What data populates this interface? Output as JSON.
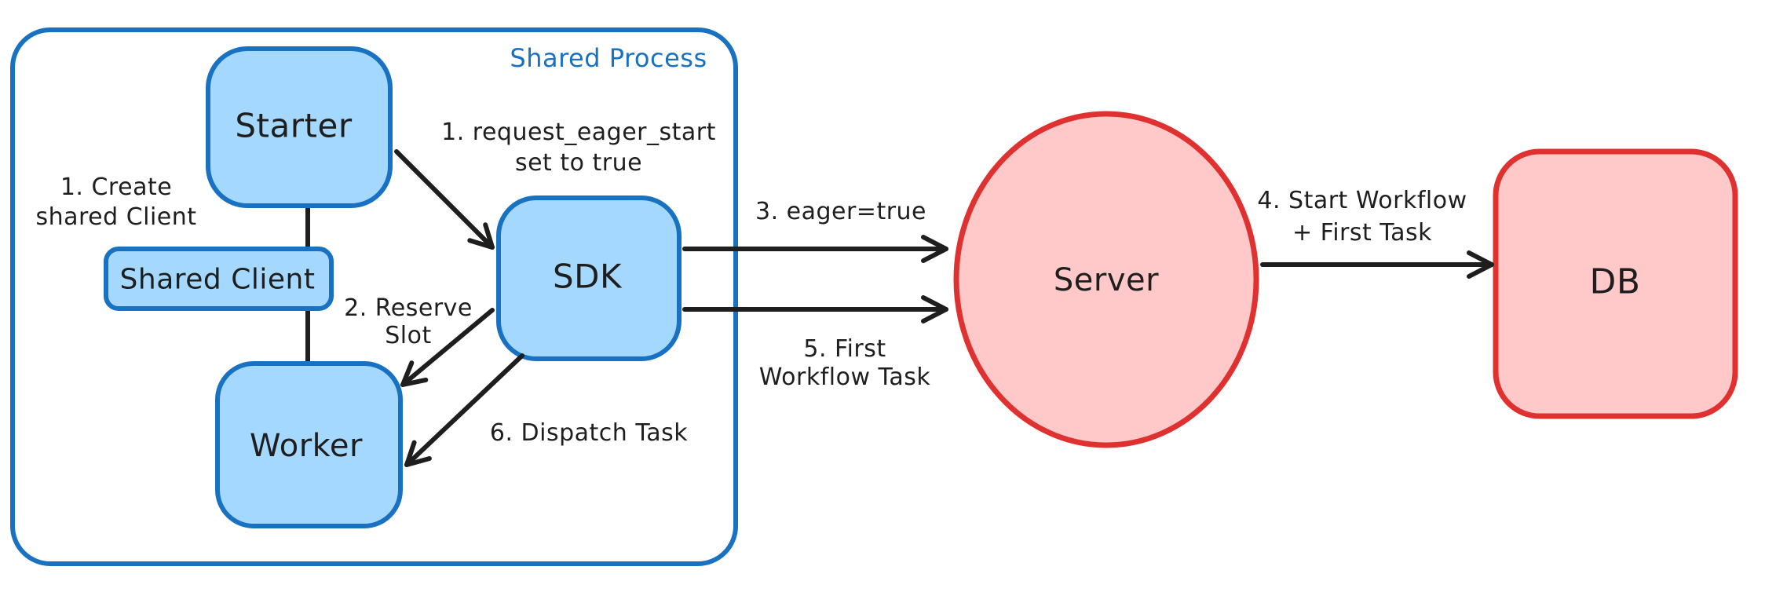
{
  "colors": {
    "blue_stroke": "#1971c2",
    "blue_fill": "#a5d8ff",
    "red_stroke": "#e03131",
    "red_fill": "#ffc9c9",
    "ink": "#1e1e1e",
    "bg": "#ffffff"
  },
  "container": {
    "label": "Shared Process"
  },
  "nodes": {
    "starter": {
      "label": "Starter"
    },
    "shared_client": {
      "label": "Shared Client"
    },
    "worker": {
      "label": "Worker"
    },
    "sdk": {
      "label": "SDK"
    },
    "server": {
      "label": "Server"
    },
    "db": {
      "label": "DB"
    }
  },
  "annotations": {
    "create_client": {
      "line1": "1. Create",
      "line2": "shared Client"
    },
    "request_eager_start": {
      "line1": "1. request_eager_start",
      "line2": "set to true"
    },
    "reserve_slot": {
      "line1": "2. Reserve",
      "line2": "Slot"
    },
    "eager_true": {
      "text": "3. eager=true"
    },
    "start_workflow": {
      "line1": "4. Start Workflow",
      "line2": "+ First Task"
    },
    "first_workflow_task": {
      "line1": "5. First",
      "line2": "Workflow Task"
    },
    "dispatch_task": {
      "text": "6. Dispatch Task"
    }
  }
}
